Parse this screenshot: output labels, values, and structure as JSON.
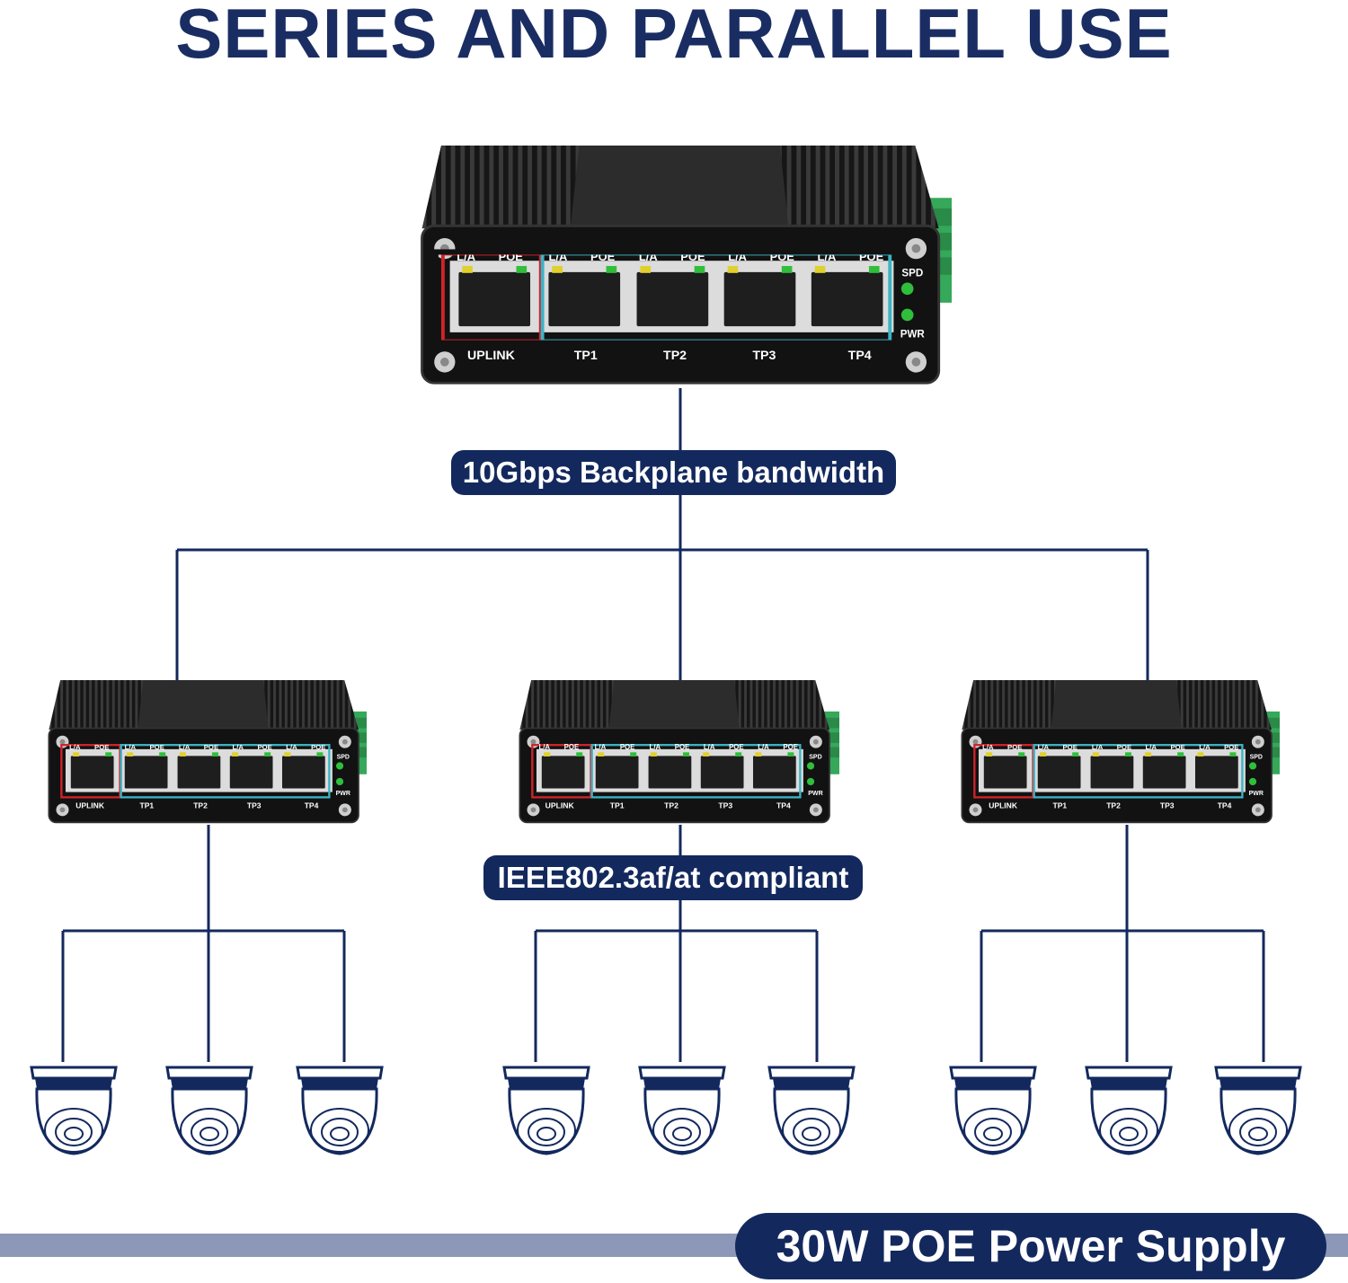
{
  "title": "SERIES AND PARALLEL USE",
  "labels": {
    "backplane": "10Gbps Backplane bandwidth",
    "ieee": "IEEE802.3af/at compliant",
    "poe": "30W POE Power Supply"
  },
  "switch_ports": {
    "uplink": "UPLINK",
    "tp": [
      "TP1",
      "TP2",
      "TP3",
      "TP4"
    ],
    "led_la": "L/A",
    "led_poe": "POE",
    "spd": "SPD",
    "pwr": "PWR"
  },
  "colors": {
    "navy": "#13295e",
    "title_blue": "#1a2d63",
    "band": "#8d97b8",
    "terminal_green": "#35a85a",
    "led_green": "#2fbf3a",
    "led_yellow": "#e0d02a",
    "uplink_frame": "#d0242a",
    "tp_frame": "#3bb4c4"
  },
  "icons": [
    "network-switch-icon",
    "dome-camera-icon"
  ]
}
